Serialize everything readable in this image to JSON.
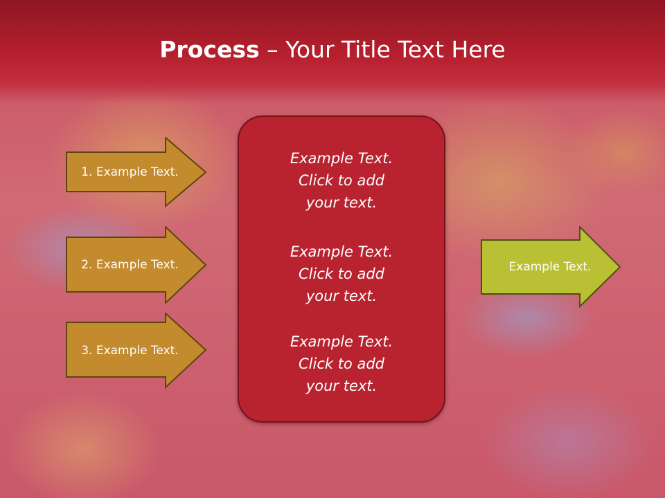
{
  "title": {
    "bold": "Process",
    "rest": " – Your Title Text Here"
  },
  "left_arrows": [
    {
      "label": "1. Example Text."
    },
    {
      "label": "2. Example Text."
    },
    {
      "label": "3. Example Text."
    }
  ],
  "center_blocks": [
    {
      "line1": "Example Text.",
      "line2": "Click  to add",
      "line3": "your text."
    },
    {
      "line1": "Example Text.",
      "line2": "Click  to add",
      "line3": "your text."
    },
    {
      "line1": "Example Text.",
      "line2": "Click  to add",
      "line3": "your text."
    }
  ],
  "right_arrow": {
    "label": "Example Text."
  },
  "colors": {
    "header": "#b7202e",
    "panel": "#b8232f",
    "left_arrow": "#c48a2e",
    "right_arrow": "#b9c033"
  },
  "background": {
    "description_icon": "dragon-cloud-pattern"
  }
}
